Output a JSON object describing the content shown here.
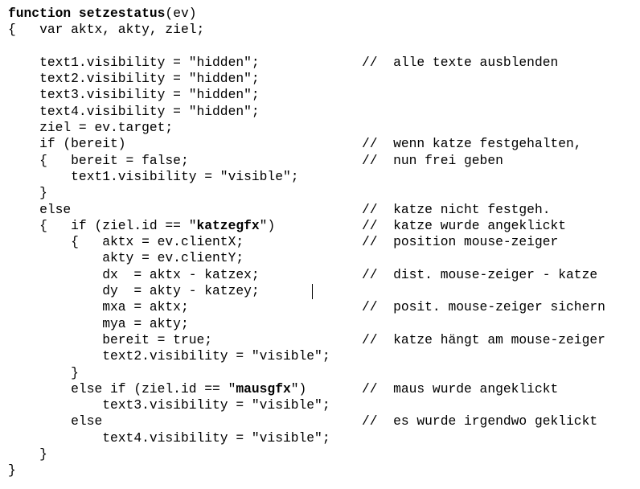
{
  "document": {
    "lines": [
      {
        "parts": [
          {
            "t": "function setzestatus",
            "b": true
          },
          {
            "t": "(ev)"
          }
        ]
      },
      {
        "parts": [
          {
            "t": "{   var aktx, akty, ziel;"
          }
        ]
      },
      {
        "parts": [
          {
            "t": ""
          }
        ]
      },
      {
        "parts": [
          {
            "t": "    text1.visibility = \"hidden\";"
          }
        ],
        "comment": "//  alle texte ausblenden"
      },
      {
        "parts": [
          {
            "t": "    text2.visibility = \"hidden\";"
          }
        ]
      },
      {
        "parts": [
          {
            "t": "    text3.visibility = \"hidden\";"
          }
        ]
      },
      {
        "parts": [
          {
            "t": "    text4.visibility = \"hidden\";"
          }
        ]
      },
      {
        "parts": [
          {
            "t": "    ziel = ev.target;"
          }
        ]
      },
      {
        "parts": [
          {
            "t": "    if (bereit)"
          }
        ],
        "comment": "//  wenn katze festgehalten,"
      },
      {
        "parts": [
          {
            "t": "    {   bereit = false;"
          }
        ],
        "comment": "//  nun frei geben"
      },
      {
        "parts": [
          {
            "t": "        text1.visibility = \"visible\";"
          }
        ]
      },
      {
        "parts": [
          {
            "t": "    }"
          }
        ]
      },
      {
        "parts": [
          {
            "t": "    else"
          }
        ],
        "comment": "//  katze nicht festgeh."
      },
      {
        "parts": [
          {
            "t": "    {   if (ziel.id == \""
          },
          {
            "t": "katzegfx",
            "b": true
          },
          {
            "t": "\")"
          }
        ],
        "comment": "//  katze wurde angeklickt"
      },
      {
        "parts": [
          {
            "t": "        {   aktx = ev.clientX;"
          }
        ],
        "comment": "//  position mouse-zeiger"
      },
      {
        "parts": [
          {
            "t": "            akty = ev.clientY;"
          }
        ]
      },
      {
        "parts": [
          {
            "t": "            dx  = aktx - katzex;"
          }
        ],
        "comment": "//  dist. mouse-zeiger - katze"
      },
      {
        "parts": [
          {
            "t": "            dy  = akty - katzey;"
          }
        ]
      },
      {
        "parts": [
          {
            "t": "            mxa = aktx;"
          }
        ],
        "comment": "//  posit. mouse-zeiger sichern"
      },
      {
        "parts": [
          {
            "t": "            mya = akty;"
          }
        ]
      },
      {
        "parts": [
          {
            "t": "            bereit = true;"
          }
        ],
        "comment": "//  katze hängt am mouse-zeiger"
      },
      {
        "parts": [
          {
            "t": "            text2.visibility = \"visible\";"
          }
        ]
      },
      {
        "parts": [
          {
            "t": "        }"
          }
        ]
      },
      {
        "parts": [
          {
            "t": "        else if (ziel.id == \""
          },
          {
            "t": "mausgfx",
            "b": true
          },
          {
            "t": "\")"
          }
        ],
        "comment": "//  maus wurde angeklickt"
      },
      {
        "parts": [
          {
            "t": "            text3.visibility = \"visible\";"
          }
        ]
      },
      {
        "parts": [
          {
            "t": "        else"
          }
        ],
        "comment": "//  es wurde irgendwo geklickt"
      },
      {
        "parts": [
          {
            "t": "            text4.visibility = \"visible\";"
          }
        ]
      },
      {
        "parts": [
          {
            "t": "    }"
          }
        ]
      },
      {
        "parts": [
          {
            "t": "}"
          }
        ]
      }
    ]
  }
}
